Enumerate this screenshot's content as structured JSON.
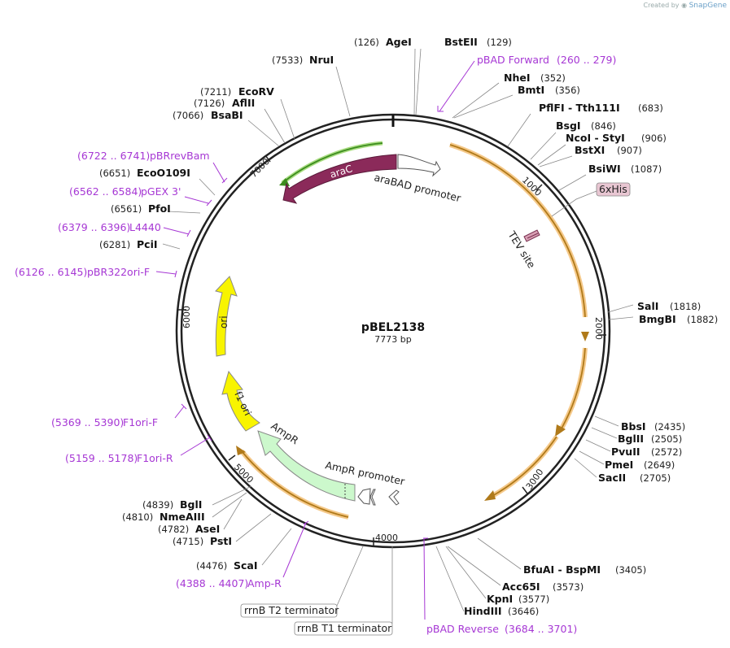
{
  "credit": {
    "prefix": "Created by",
    "brand": "SnapGene"
  },
  "map": {
    "name": "pBEL2138",
    "length_bp": 7773,
    "length_label": "7773 bp"
  },
  "ticks": [
    "1000",
    "2000",
    "3000",
    "4000",
    "5000",
    "6000",
    "7000"
  ],
  "enzymes": [
    {
      "name": "AgeI",
      "pos": "(126)"
    },
    {
      "name": "BstEII",
      "pos": "(129)"
    },
    {
      "name": "NruI",
      "pos": "(7533)"
    },
    {
      "name": "NheI",
      "pos": "(352)"
    },
    {
      "name": "BmtI",
      "pos": "(356)"
    },
    {
      "name": "PflFI - Tth111I",
      "pos": "(683)"
    },
    {
      "name": "EcoRV",
      "pos": "(7211)"
    },
    {
      "name": "AflII",
      "pos": "(7126)"
    },
    {
      "name": "BsaBI",
      "pos": "(7066)"
    },
    {
      "name": "BsgI",
      "pos": "(846)"
    },
    {
      "name": "NcoI - StyI",
      "pos": "(906)"
    },
    {
      "name": "BstXI",
      "pos": "(907)"
    },
    {
      "name": "EcoO109I",
      "pos": "(6651)"
    },
    {
      "name": "BsiWI",
      "pos": "(1087)"
    },
    {
      "name": "PfoI",
      "pos": "(6561)"
    },
    {
      "name": "PciI",
      "pos": "(6281)"
    },
    {
      "name": "SalI",
      "pos": "(1818)"
    },
    {
      "name": "BmgBI",
      "pos": "(1882)"
    },
    {
      "name": "BbsI",
      "pos": "(2435)"
    },
    {
      "name": "BglII",
      "pos": "(2505)"
    },
    {
      "name": "PvuII",
      "pos": "(2572)"
    },
    {
      "name": "PmeI",
      "pos": "(2649)"
    },
    {
      "name": "SacII",
      "pos": "(2705)"
    },
    {
      "name": "BglI",
      "pos": "(4839)"
    },
    {
      "name": "NmeAIII",
      "pos": "(4810)"
    },
    {
      "name": "AseI",
      "pos": "(4782)"
    },
    {
      "name": "PstI",
      "pos": "(4715)"
    },
    {
      "name": "ScaI",
      "pos": "(4476)"
    },
    {
      "name": "BfuAI - BspMI",
      "pos": "(3405)"
    },
    {
      "name": "Acc65I",
      "pos": "(3573)"
    },
    {
      "name": "KpnI",
      "pos": "(3577)"
    },
    {
      "name": "HindIII",
      "pos": "(3646)"
    }
  ],
  "primers": [
    {
      "name": "pBAD Forward",
      "range": "(260 .. 279)"
    },
    {
      "name": "pBRrevBam",
      "range": "(6722 .. 6741)"
    },
    {
      "name": "pGEX 3'",
      "range": "(6562 .. 6584)"
    },
    {
      "name": "L4440",
      "range": "(6379 .. 6396)"
    },
    {
      "name": "pBR322ori-F",
      "range": "(6126 .. 6145)"
    },
    {
      "name": "F1ori-F",
      "range": "(5369 .. 5390)"
    },
    {
      "name": "F1ori-R",
      "range": "(5159 .. 5178)"
    },
    {
      "name": "Amp-R",
      "range": "(4388 .. 4407)"
    },
    {
      "name": "pBAD Reverse",
      "range": "(3684 .. 3701)"
    }
  ],
  "features": {
    "araC": "araC",
    "araBAD": "araBAD promoter",
    "ori": "ori",
    "f1ori": "f1 ori",
    "ampR": "AmpR",
    "ampRpromoter": "AmpR promoter",
    "tev": "TEV site",
    "his": "6xHis",
    "t2": "rrnB T2 terminator",
    "t1": "rrnB T1 terminator"
  },
  "colors": {
    "backbone": "#222222",
    "araC": "#8b2a5a",
    "ori": "#f8f400",
    "ampR": "#ccf8cc",
    "orf": "#b07a1a",
    "orf_glow": "#f5c98a",
    "araC_glow": "#70c040",
    "primer": "#a637d4",
    "his_fill": "#e8c6d2"
  }
}
